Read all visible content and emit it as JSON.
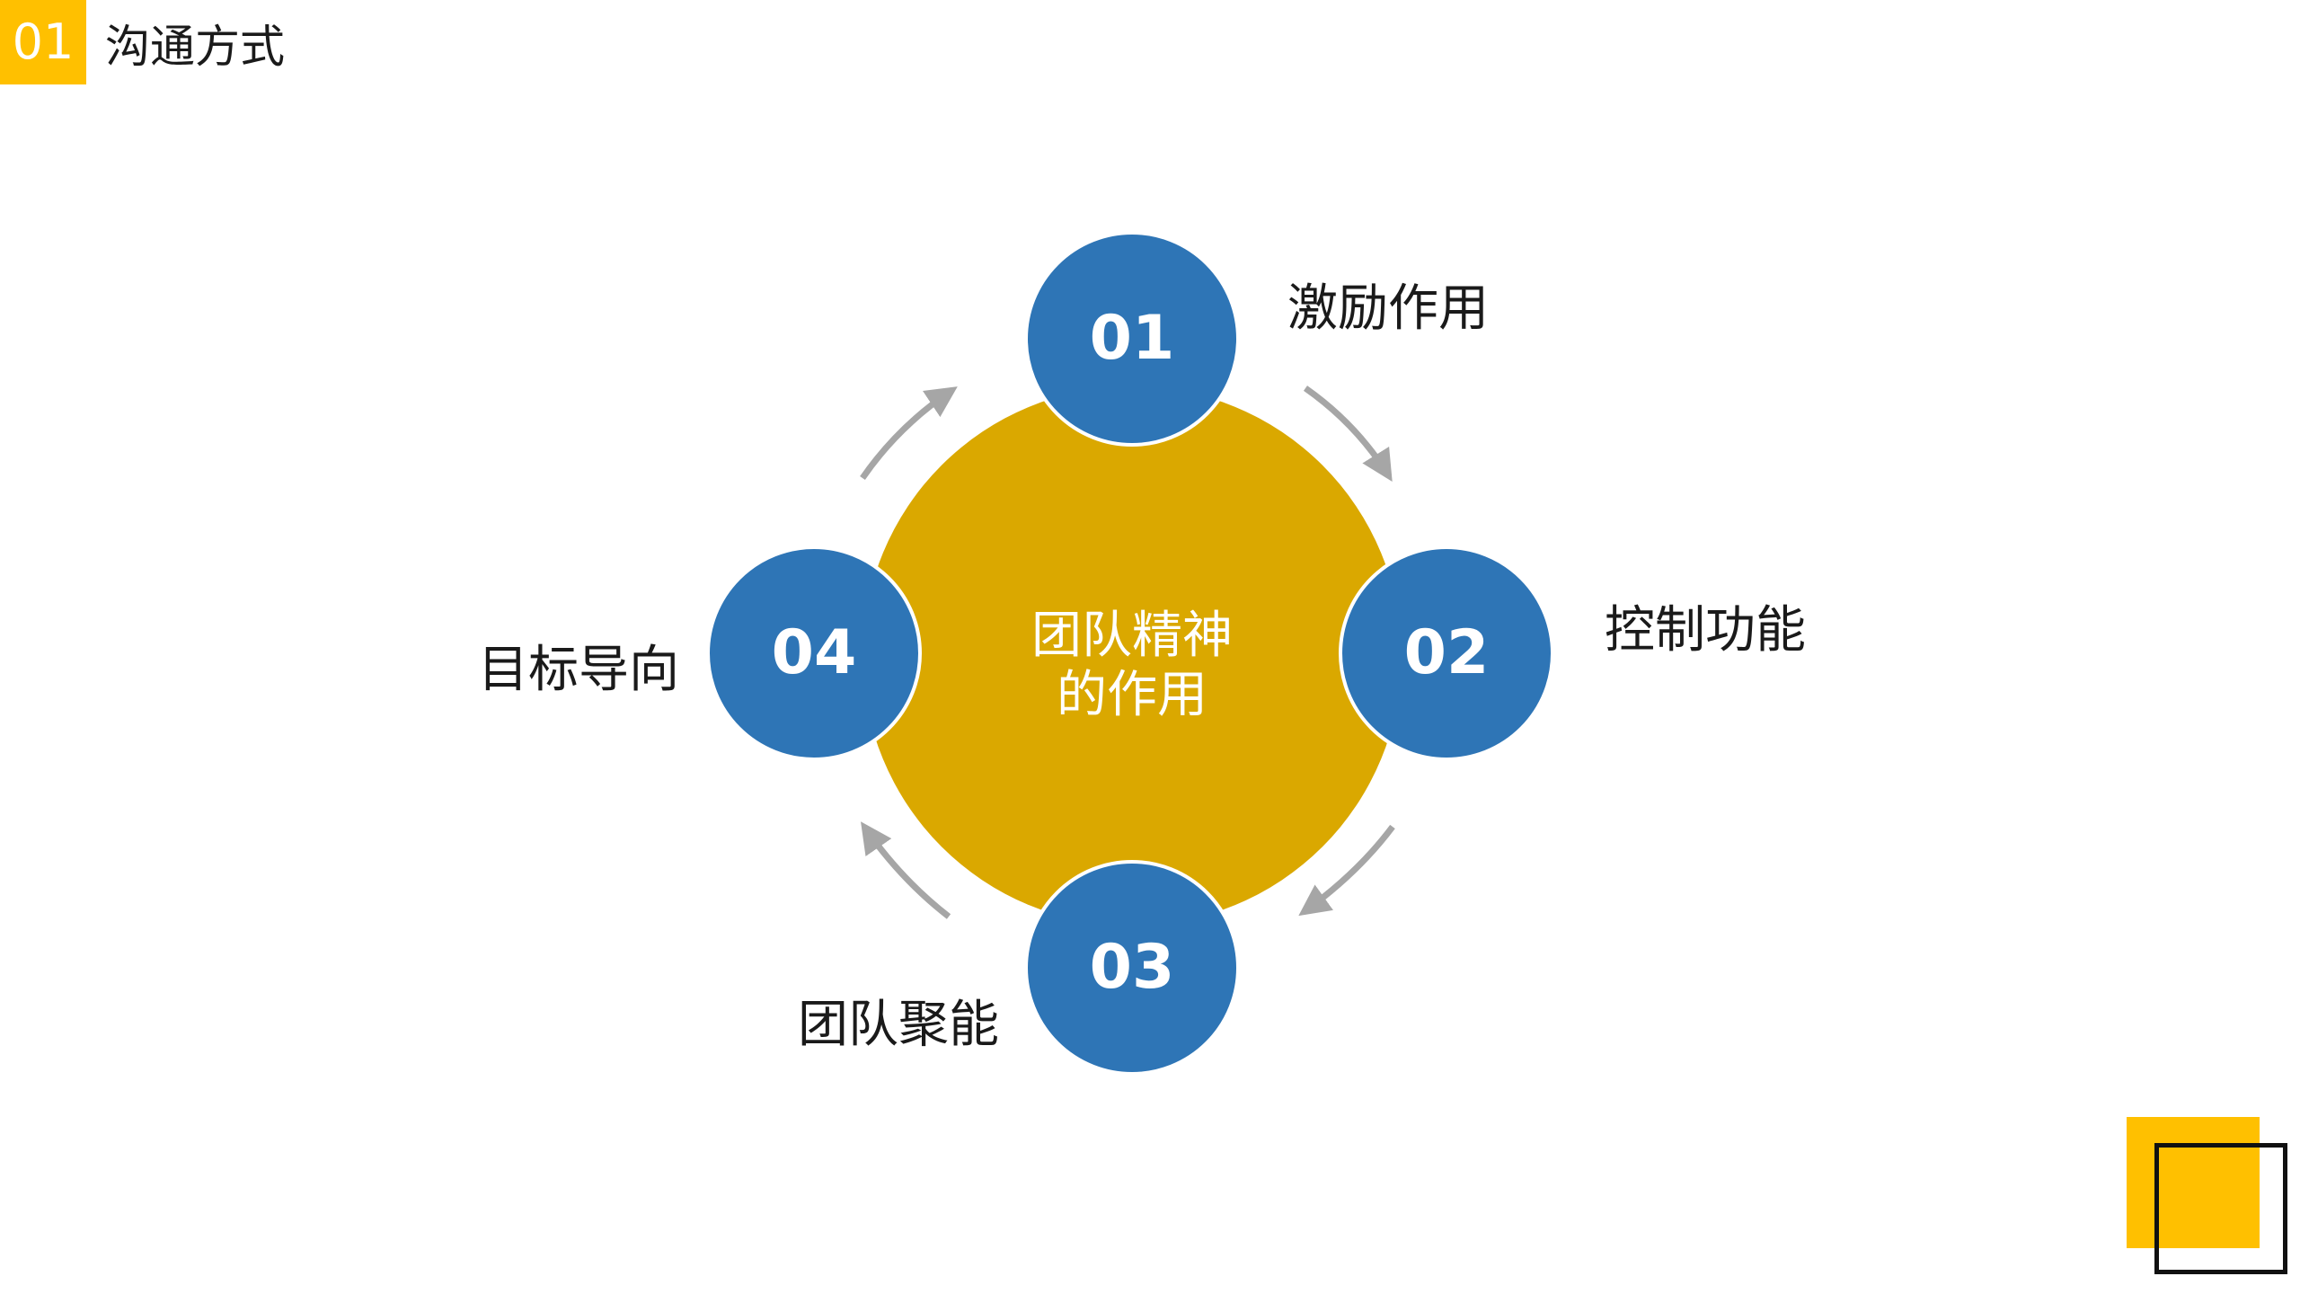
{
  "header": {
    "badge": "01",
    "title": "沟通方式"
  },
  "diagram": {
    "center_lines": [
      "团队精神",
      "的作用"
    ],
    "nodes": [
      {
        "number": "01",
        "label": "激励作用"
      },
      {
        "number": "02",
        "label": "控制功能"
      },
      {
        "number": "03",
        "label": "团队聚能"
      },
      {
        "number": "04",
        "label": "目标导向"
      }
    ]
  },
  "colors": {
    "accent_yellow": "#FFC000",
    "center_gold": "#DAA800",
    "node_blue": "#2E75B6",
    "arrow_gray": "#A6A6A6"
  }
}
